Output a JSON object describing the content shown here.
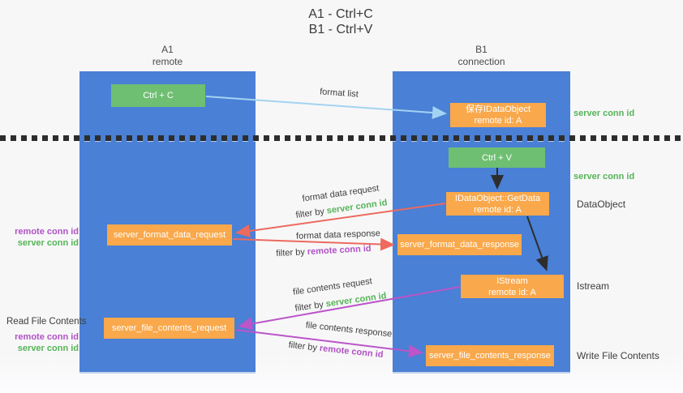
{
  "title": {
    "line1": "A1 - Ctrl+C",
    "line2": "B1 - Ctrl+V"
  },
  "columns": {
    "left": {
      "header_line1": "A1",
      "header_line2": "remote"
    },
    "right": {
      "header_line1": "B1",
      "header_line2": "connection"
    }
  },
  "boxes": {
    "ctrl_c": {
      "label": "Ctrl + C"
    },
    "ctrl_v": {
      "label": "Ctrl + V"
    },
    "save_idataobject": {
      "line1": "保存IDataObject",
      "line2": "remote id: A"
    },
    "getdata": {
      "line1": "IDataObject::GetData",
      "line2": "remote id: A"
    },
    "istream": {
      "line1": "IStream",
      "line2": "remote id: A"
    },
    "server_format_data_request": {
      "label": "server_format_data_request"
    },
    "server_format_data_response": {
      "label": "server_format_data_response"
    },
    "server_file_contents_request": {
      "label": "server_file_contents_request"
    },
    "server_file_contents_response": {
      "label": "server_file_contents_response"
    }
  },
  "arrow_labels": {
    "format_list": "format list",
    "format_data_request": "format data request",
    "format_data_response": "format data response",
    "file_contents_request": "file contents request",
    "file_contents_response": "file contents response",
    "filter_by": "filter by",
    "server_conn_id": "server conn id",
    "remote_conn_id": "remote conn id"
  },
  "side_labels": {
    "right_top_server_conn_id": "server conn id",
    "right_mid_server_conn_id": "server conn id",
    "right_dataobject": "DataObject",
    "right_istream": "Istream",
    "right_write_file_contents": "Write File Contents",
    "left_format": {
      "line1": "remote conn id",
      "line2": "server conn id"
    },
    "left_file": {
      "title": "Read File Contents",
      "line1": "remote conn id",
      "line2": "server conn id"
    }
  },
  "colors": {
    "bg": "#f7f7f8",
    "blue": "#4a80d5",
    "orange": "#f9a84b",
    "green-box": "#6fbf72",
    "green-text": "#55b457",
    "purple-text": "#b052c4",
    "red-arrow": "#ec6a5e",
    "magenta-arrow": "#bb55c9",
    "lightblue-arrow": "#a3d3f2",
    "ink": "#3d3d3d"
  }
}
